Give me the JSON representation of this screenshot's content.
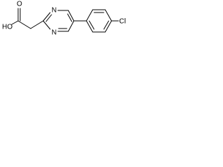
{
  "molecule": {
    "atom_labels": {
      "hydroxyl": "HO",
      "carbonyl_oxygen": "O",
      "nitrogen_upper": "N",
      "nitrogen_lower": "N",
      "chlorine": "Cl"
    }
  }
}
